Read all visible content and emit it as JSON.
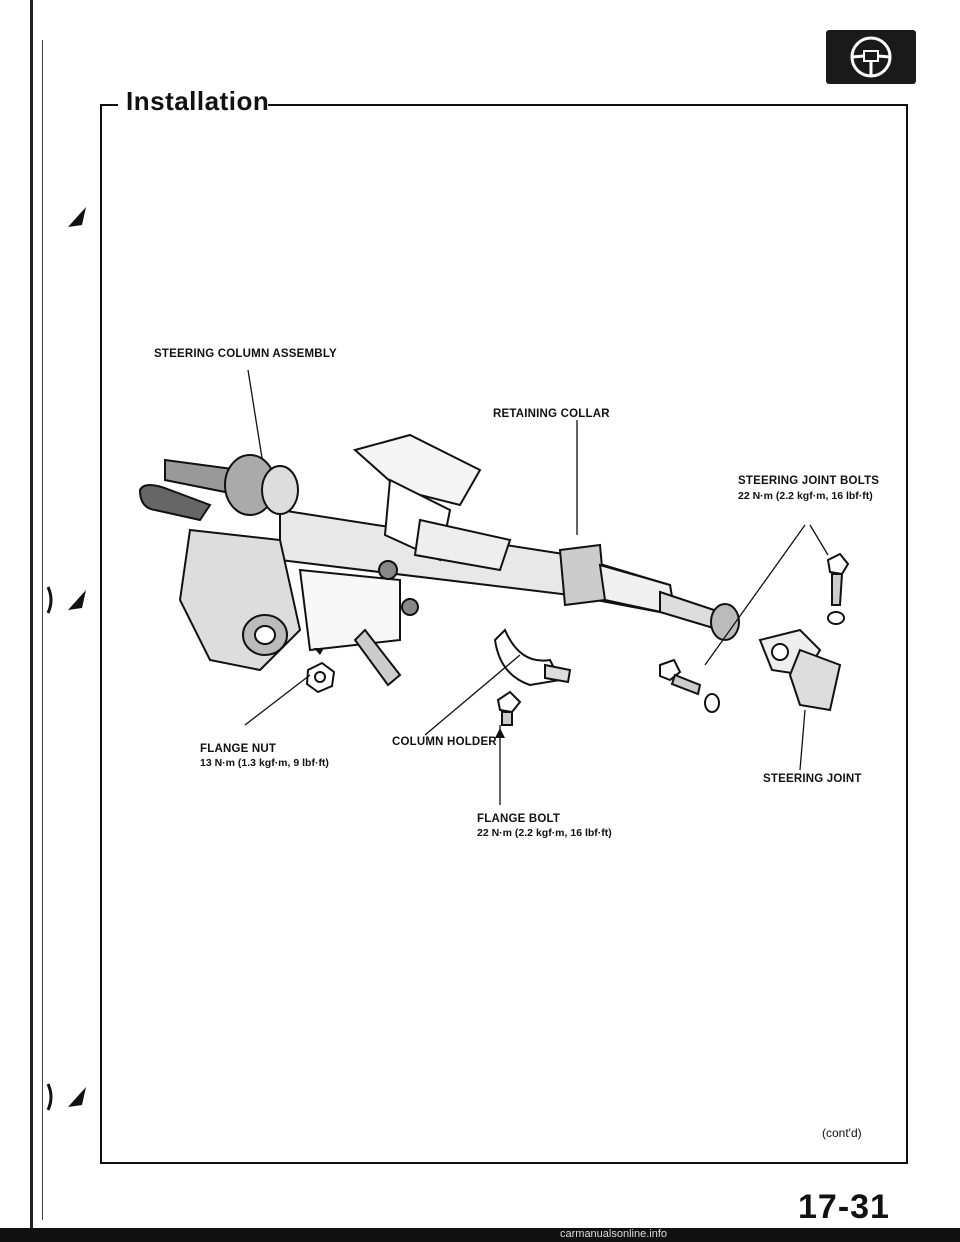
{
  "section": {
    "title": "Installation"
  },
  "labels": {
    "steering_column_assembly": "STEERING COLUMN ASSEMBLY",
    "retaining_collar": "RETAINING COLLAR",
    "steering_joint_bolts": "STEERING JOINT BOLTS",
    "steering_joint_bolts_torque": "22 N·m (2.2 kgf·m, 16 lbf·ft)",
    "flange_nut": "FLANGE NUT",
    "flange_nut_torque": "13 N·m (1.3 kgf·m, 9 lbf·ft)",
    "column_holder": "COLUMN HOLDER",
    "flange_bolt": "FLANGE BOLT",
    "flange_bolt_torque": "22 N·m (2.2 kgf·m, 16 lbf·ft)",
    "steering_joint": "STEERING JOINT"
  },
  "footer": {
    "contd": "(cont'd)",
    "page_number": "17-31",
    "watermark": "carmanualsonline.info"
  },
  "icons": {
    "logo": "steering-wheel-icon"
  }
}
